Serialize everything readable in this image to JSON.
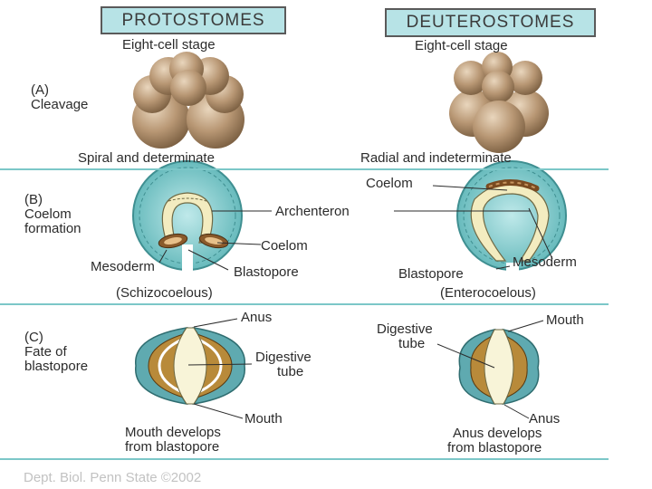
{
  "columns": {
    "left_header": "PROTOSTOMES",
    "right_header": "DEUTEROSTOMES"
  },
  "section_a": {
    "label_line1": "(A)",
    "label_line2": "Cleavage",
    "left_stage": "Eight-cell stage",
    "right_stage": "Eight-cell stage",
    "left_caption": "Spiral and determinate",
    "right_caption": "Radial and indeterminate"
  },
  "section_b": {
    "label_line1": "(B)",
    "label_line2": "Coelom",
    "label_line3": "formation",
    "archenteron": "Archenteron",
    "left_coelom": "Coelom",
    "left_mesoderm": "Mesoderm",
    "left_blastopore": "Blastopore",
    "left_type": "(Schizocoelous)",
    "right_coelom": "Coelom",
    "right_mesoderm": "Mesoderm",
    "right_blastopore": "Blastopore",
    "right_type": "(Enterocoelous)"
  },
  "section_c": {
    "label_line1": "(C)",
    "label_line2": "Fate of",
    "label_line3": "blastopore",
    "left_top": "Anus",
    "left_digestive_1": "Digestive",
    "left_digestive_2": "tube",
    "left_bottom": "Mouth",
    "left_caption_1": "Mouth develops",
    "left_caption_2": "from blastopore",
    "right_top": "Mouth",
    "right_digestive_1": "Digestive",
    "right_digestive_2": "tube",
    "right_bottom": "Anus",
    "right_caption_1": "Anus develops",
    "right_caption_2": "from blastopore"
  },
  "footer": "Dept. Biol. Penn State ©2002",
  "colors": {
    "header_fill": "#b7e3e6",
    "rule": "#7cc7c8",
    "cell_tan": "#b89774",
    "teal": "#6fc1c3",
    "pale_cyan": "#cdeff0",
    "mesoderm_brown": "#8a5a2b",
    "gut_cream": "#f3ecc0"
  }
}
